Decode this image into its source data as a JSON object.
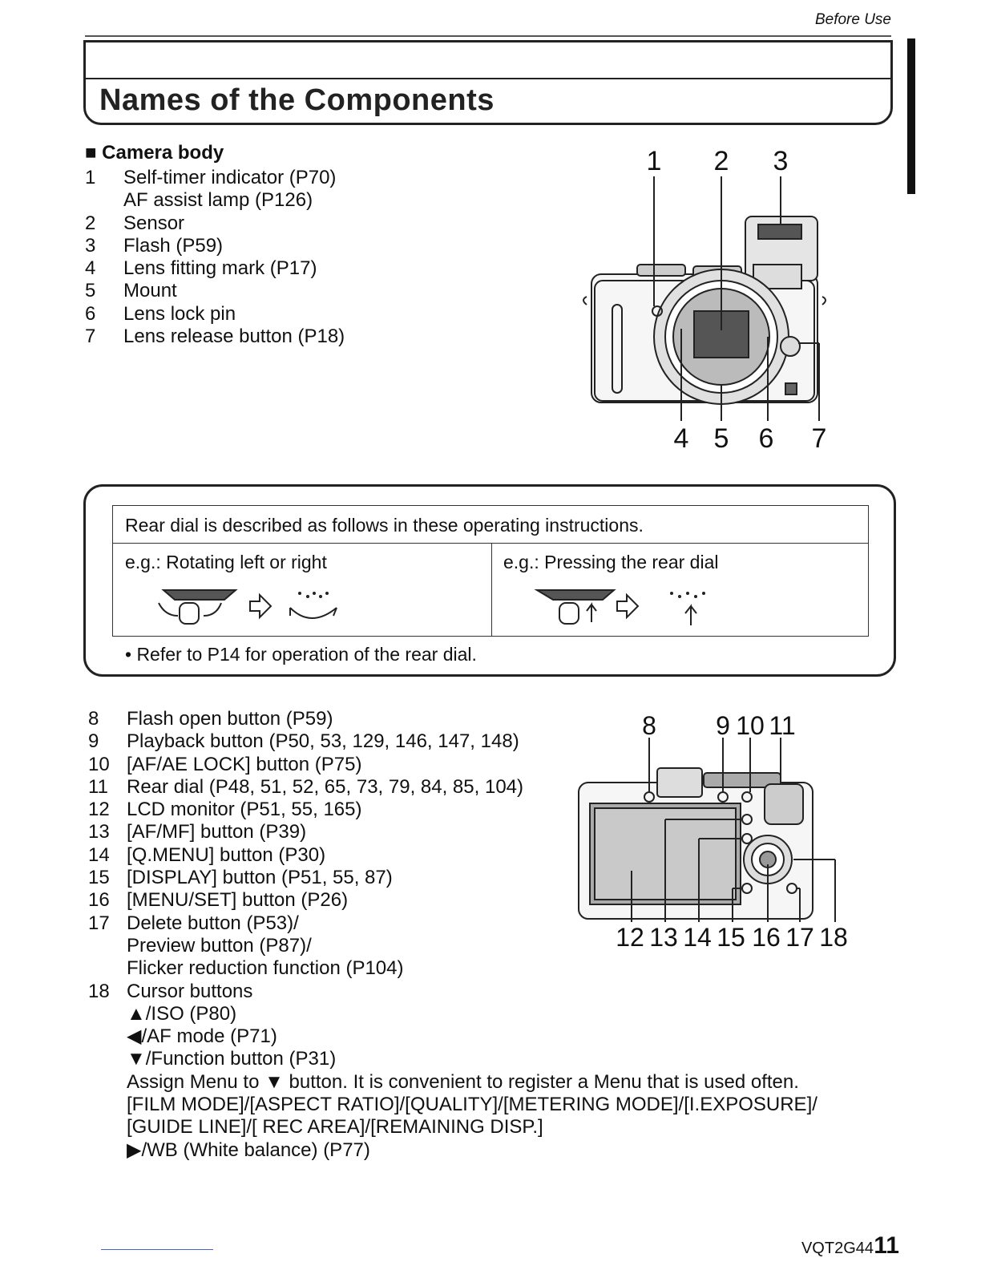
{
  "header": {
    "section": "Before Use",
    "title": "Names of the Components"
  },
  "camera_body": {
    "heading": "Camera body",
    "bullet": "■",
    "items": [
      {
        "n": "1",
        "lines": [
          "Self-timer indicator (P70)",
          "AF assist lamp (P126)"
        ]
      },
      {
        "n": "2",
        "lines": [
          "Sensor"
        ]
      },
      {
        "n": "3",
        "lines": [
          "Flash (P59)"
        ]
      },
      {
        "n": "4",
        "lines": [
          "Lens fitting mark (P17)"
        ]
      },
      {
        "n": "5",
        "lines": [
          "Mount"
        ]
      },
      {
        "n": "6",
        "lines": [
          "Lens lock pin"
        ]
      },
      {
        "n": "7",
        "lines": [
          "Lens release button (P18)"
        ]
      }
    ],
    "callouts_top": [
      "1",
      "2",
      "3"
    ],
    "callouts_bottom": [
      "4",
      "5",
      "6",
      "7"
    ]
  },
  "note": {
    "intro": "Rear dial is described as follows in these operating instructions.",
    "left": "e.g.: Rotating left or right",
    "right": "e.g.: Pressing the rear dial",
    "refer": "• Refer to P14 for operation of the rear dial."
  },
  "rear": {
    "items": [
      {
        "n": "8",
        "lines": [
          "Flash open button (P59)"
        ]
      },
      {
        "n": "9",
        "lines": [
          "Playback button (P50, 53, 129, 146, 147, 148)"
        ]
      },
      {
        "n": "10",
        "lines": [
          "[AF/AE LOCK] button (P75)"
        ]
      },
      {
        "n": "11",
        "lines": [
          "Rear dial (P48, 51, 52, 65, 73, 79, 84, 85, 104)"
        ]
      },
      {
        "n": "12",
        "lines": [
          "LCD monitor (P51, 55, 165)"
        ]
      },
      {
        "n": "13",
        "lines": [
          "[AF/MF] button (P39)"
        ]
      },
      {
        "n": "14",
        "lines": [
          "[Q.MENU] button (P30)"
        ]
      },
      {
        "n": "15",
        "lines": [
          "[DISPLAY] button (P51, 55, 87)"
        ]
      },
      {
        "n": "16",
        "lines": [
          "[MENU/SET] button (P26)"
        ]
      },
      {
        "n": "17",
        "lines": [
          "Delete button (P53)/",
          "Preview button (P87)/",
          "Flicker reduction function (P104)"
        ]
      },
      {
        "n": "18",
        "lines": [
          "Cursor buttons",
          "▲/ISO (P80)",
          "◀/AF mode (P71)",
          "▼/Function button (P31)",
          "Assign Menu to ▼ button. It is convenient to register a Menu that is used often.",
          "[FILM MODE]/[ASPECT RATIO]/[QUALITY]/[METERING MODE]/[I.EXPOSURE]/",
          "[GUIDE LINE]/[ REC AREA]/[REMAINING DISP.]",
          "▶/WB (White balance) (P77)"
        ]
      }
    ],
    "callouts_top": [
      "8",
      "9",
      "10",
      "11"
    ],
    "callouts_bottom": [
      "12",
      "13",
      "14",
      "15",
      "16",
      "17",
      "18"
    ]
  },
  "footer": {
    "code": "VQT2G44",
    "page": "11"
  }
}
